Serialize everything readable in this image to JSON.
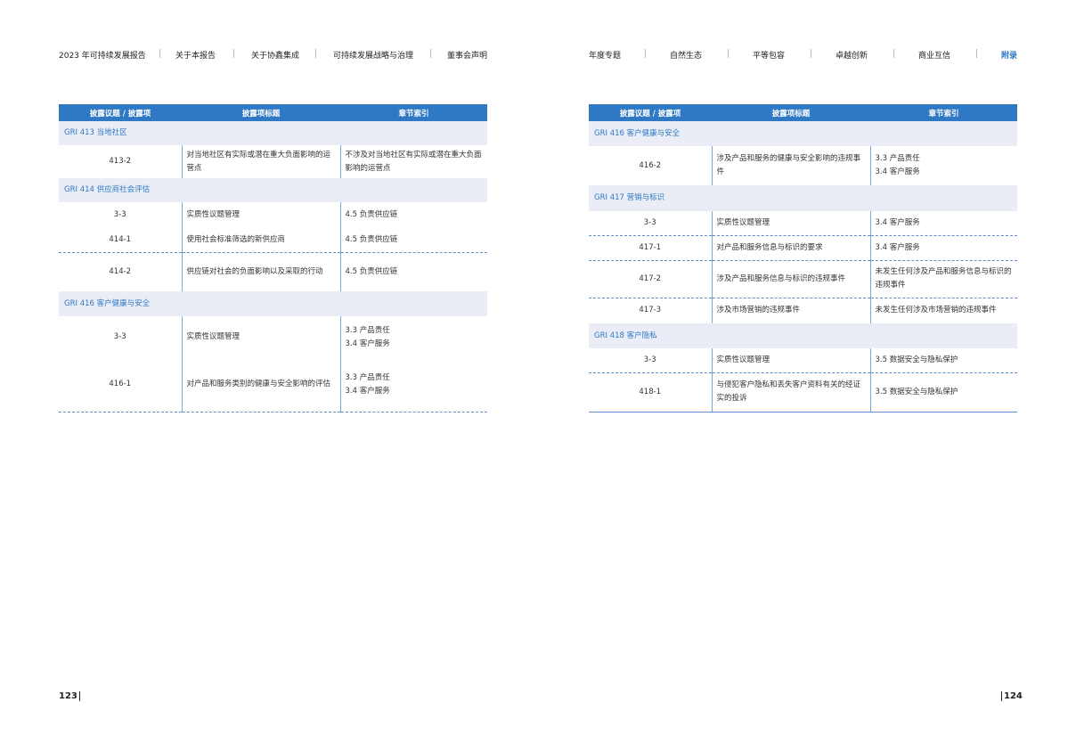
{
  "nav_left": [
    "2023 年可持续发展报告",
    "关于本报告",
    "关于协鑫集成",
    "可持续发展战略与治理",
    "董事会声明"
  ],
  "nav_right": [
    "年度专题",
    "自然生态",
    "平等包容",
    "卓越创新",
    "商业互信",
    "附录"
  ],
  "accent": "#2f78c4",
  "headers": [
    "披露议题 / 披露项",
    "披露项标题",
    "章节索引"
  ],
  "left_table": [
    {
      "group": "GRI 413 当地社区"
    },
    {
      "id": "413-2",
      "title": "对当地社区有实际或潜在重大负面影响的运营点",
      "ref": "不涉及对当地社区有实际或潜在重大负面影响的运营点"
    },
    {
      "group": "GRI 414 供应商社会评估"
    },
    {
      "id": "3-3",
      "title": "实质性议题管理",
      "ref": "4.5 负责供应链"
    },
    {
      "id": "414-1",
      "title": "使用社会标准筛选的新供应商",
      "ref": "4.5 负责供应链"
    },
    {
      "id": "414-2",
      "title": "供应链对社会的负面影响以及采取的行动",
      "ref": "4.5 负责供应链"
    },
    {
      "group": "GRI 416 客户健康与安全"
    },
    {
      "id": "3-3",
      "title": "实质性议题管理",
      "ref": "3.3 产品责任",
      "ref2": "3.4 客户服务"
    },
    {
      "id": "416-1",
      "title": "对产品和服务类别的健康与安全影响的评估",
      "ref": "3.3 产品责任",
      "ref2": "3.4 客户服务"
    }
  ],
  "right_table": [
    {
      "group": "GRI 416 客户健康与安全"
    },
    {
      "id": "416-2",
      "title": "涉及产品和服务的健康与安全影响的违规事件",
      "ref": "3.3 产品责任",
      "ref2": "3.4 客户服务"
    },
    {
      "group": "GRI 417 营销与标识"
    },
    {
      "id": "3-3",
      "title": "实质性议题管理",
      "ref": "3.4 客户服务"
    },
    {
      "id": "417-1",
      "title": "对产品和服务信息与标识的要求",
      "ref": "3.4 客户服务"
    },
    {
      "id": "417-2",
      "title": "涉及产品和服务信息与标识的违规事件",
      "ref": "未发生任何涉及产品和服务信息与标识的违规事件"
    },
    {
      "id": "417-3",
      "title": "涉及市场营销的违规事件",
      "ref": "未发生任何涉及市场营销的违规事件"
    },
    {
      "group": "GRI 418 客户隐私"
    },
    {
      "id": "3-3",
      "title": "实质性议题管理",
      "ref": "3.5 数据安全与隐私保护"
    },
    {
      "id": "418-1",
      "title": "与侵犯客户隐私和丢失客户资料有关的经证实的投诉",
      "ref": "3.5 数据安全与隐私保护"
    }
  ],
  "page_left": "123",
  "page_right": "124"
}
